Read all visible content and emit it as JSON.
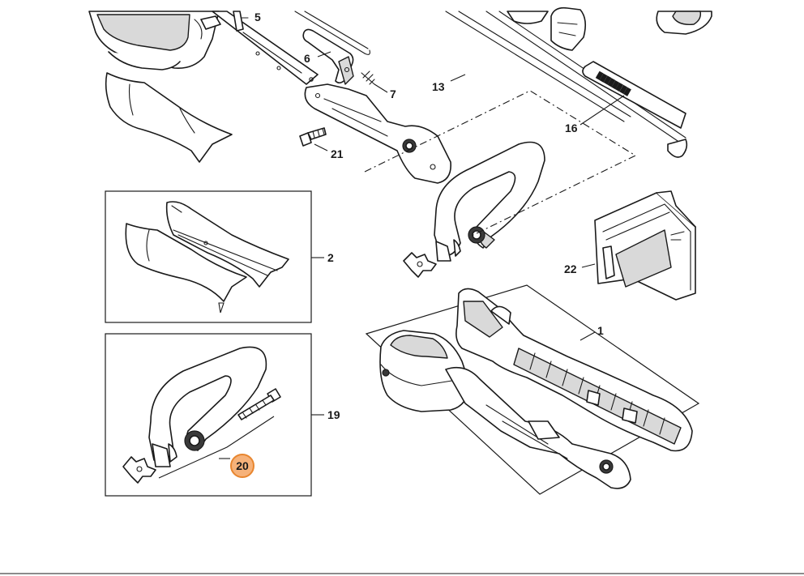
{
  "diagram": {
    "highlight_color": "#f6b27a",
    "highlight_border_color": "#e8862f",
    "callouts": {
      "c1": "1",
      "c2": "2",
      "c5": "5",
      "c6": "6",
      "c7": "7",
      "c13": "13",
      "c16": "16",
      "c19": "19",
      "c20": "20",
      "c21": "21",
      "c22": "22"
    },
    "highlighted_callout": "20"
  }
}
